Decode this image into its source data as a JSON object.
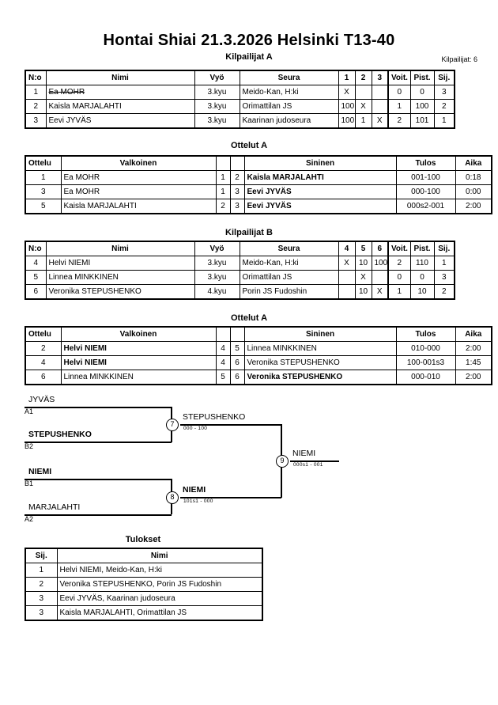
{
  "header": {
    "title": "Hontai Shiai  21.3.2026  Helsinki   T13-40",
    "subtitle": "Kilpailijat A",
    "entrants": "Kilpailijat: 6"
  },
  "pool_a": {
    "caption": "Kilpailijat A",
    "columns": [
      "N:o",
      "Nimi",
      "Vyö",
      "Seura",
      "1",
      "2",
      "3",
      "Voit.",
      "Pist.",
      "Sij."
    ],
    "rows": [
      {
        "no": "1",
        "name": "Ea MOHR",
        "struck": true,
        "grade": "3.kyu",
        "club": "Meido-Kan, H:ki",
        "m": [
          "X",
          "",
          ""
        ],
        "wins": "0",
        "points": "0",
        "rank": "3"
      },
      {
        "no": "2",
        "name": "Kaisla MARJALAHTI",
        "struck": false,
        "grade": "3.kyu",
        "club": "Orimattilan JS",
        "m": [
          "100",
          "X",
          ""
        ],
        "wins": "1",
        "points": "100",
        "rank": "2"
      },
      {
        "no": "3",
        "name": "Eevi JYVÄS",
        "struck": false,
        "grade": "3.kyu",
        "club": "Kaarinan judoseura",
        "m": [
          "100",
          "1",
          "X"
        ],
        "wins": "2",
        "points": "101",
        "rank": "1"
      }
    ]
  },
  "matches_a": {
    "caption": "Ottelut A",
    "columns": [
      "Ottelu",
      "Valkoinen",
      "",
      "",
      "Sininen",
      "Tulos",
      "Aika"
    ],
    "rows": [
      {
        "no": "1",
        "white": "Ea MOHR",
        "white_bold": false,
        "wn": "1",
        "bn": "2",
        "blue": "Kaisla MARJALAHTI",
        "blue_bold": true,
        "result": "001-100",
        "time": "0:18"
      },
      {
        "no": "3",
        "white": "Ea MOHR",
        "white_bold": false,
        "wn": "1",
        "bn": "3",
        "blue": "Eevi JYVÄS",
        "blue_bold": true,
        "result": "000-100",
        "time": "0:00"
      },
      {
        "no": "5",
        "white": "Kaisla MARJALAHTI",
        "white_bold": false,
        "wn": "2",
        "bn": "3",
        "blue": "Eevi JYVÄS",
        "blue_bold": true,
        "result": "000s2-001",
        "time": "2:00"
      }
    ]
  },
  "pool_b": {
    "caption": "Kilpailijat B",
    "columns": [
      "N:o",
      "Nimi",
      "Vyö",
      "Seura",
      "4",
      "5",
      "6",
      "Voit.",
      "Pist.",
      "Sij."
    ],
    "rows": [
      {
        "no": "4",
        "name": "Helvi NIEMI",
        "struck": false,
        "grade": "3.kyu",
        "club": "Meido-Kan, H:ki",
        "m": [
          "X",
          "10",
          "100"
        ],
        "wins": "2",
        "points": "110",
        "rank": "1"
      },
      {
        "no": "5",
        "name": "Linnea MINKKINEN",
        "struck": false,
        "grade": "3.kyu",
        "club": "Orimattilan JS",
        "m": [
          "",
          "X",
          ""
        ],
        "wins": "0",
        "points": "0",
        "rank": "3"
      },
      {
        "no": "6",
        "name": "Veronika STEPUSHENKO",
        "struck": false,
        "grade": "4.kyu",
        "club": "Porin JS Fudoshin",
        "m": [
          "",
          "10",
          "X"
        ],
        "wins": "1",
        "points": "10",
        "rank": "2"
      }
    ]
  },
  "matches_b": {
    "caption": "Ottelut A",
    "columns": [
      "Ottelu",
      "Valkoinen",
      "",
      "",
      "Sininen",
      "Tulos",
      "Aika"
    ],
    "rows": [
      {
        "no": "2",
        "white": "Helvi NIEMI",
        "white_bold": true,
        "wn": "4",
        "bn": "5",
        "blue": "Linnea MINKKINEN",
        "blue_bold": false,
        "result": "010-000",
        "time": "2:00"
      },
      {
        "no": "4",
        "white": "Helvi NIEMI",
        "white_bold": true,
        "wn": "4",
        "bn": "6",
        "blue": "Veronika STEPUSHENKO",
        "blue_bold": false,
        "result": "100-001s3",
        "time": "1:45"
      },
      {
        "no": "6",
        "white": "Linnea MINKKINEN",
        "white_bold": false,
        "wn": "5",
        "bn": "6",
        "blue": "Veronika STEPUSHENKO",
        "blue_bold": true,
        "result": "000-010",
        "time": "2:00"
      }
    ]
  },
  "bracket": {
    "entries": [
      {
        "name": "JYVÄS",
        "seed": "A1",
        "bold": false
      },
      {
        "name": "STEPUSHENKO",
        "seed": "B2",
        "bold": true
      },
      {
        "name": "NIEMI",
        "seed": "B1",
        "bold": true
      },
      {
        "name": "MARJALAHTI",
        "seed": "A2",
        "bold": false
      }
    ],
    "nodes": [
      {
        "id": "7",
        "winner": "STEPUSHENKO",
        "score": "000 - 100",
        "bold": false
      },
      {
        "id": "8",
        "winner": "NIEMI",
        "score": "101s1 - 000",
        "bold": true
      },
      {
        "id": "9",
        "winner": "NIEMI",
        "score": "000s1 - 001",
        "bold": false
      }
    ]
  },
  "results": {
    "caption": "Tulokset",
    "columns": [
      "Sij.",
      "Nimi"
    ],
    "rows": [
      {
        "rank": "1",
        "name": "Helvi NIEMI, Meido-Kan, H:ki"
      },
      {
        "rank": "2",
        "name": "Veronika STEPUSHENKO, Porin JS Fudoshin"
      },
      {
        "rank": "3",
        "name": "Eevi JYVÄS, Kaarinan judoseura"
      },
      {
        "rank": "3",
        "name": "Kaisla MARJALAHTI, Orimattilan JS"
      }
    ]
  }
}
